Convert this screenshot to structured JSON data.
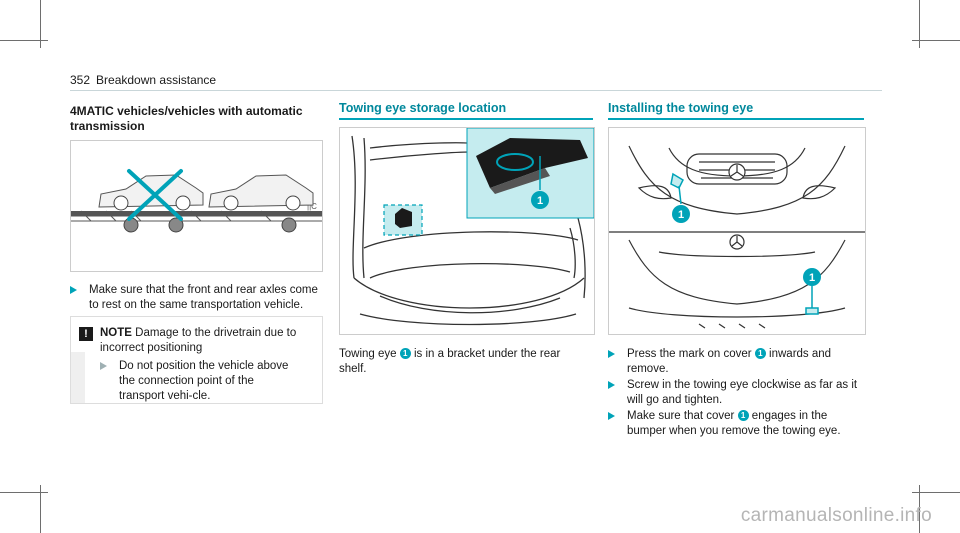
{
  "page": {
    "number": "352",
    "section": "Breakdown assistance"
  },
  "left": {
    "heading": "4MATIC vehicles/vehicles with automatic transmission",
    "bullet1": "Make sure that the front and rear axles come to rest on the same transportation vehicle.",
    "note": {
      "icon": "!",
      "title": "NOTE",
      "text_line1": "Damage to the drivetrain due to",
      "text_line2": "incorrect positioning",
      "bullet": "Do not position the vehicle above the connection point of the transport vehi-cle."
    }
  },
  "middle": {
    "heading": "Towing eye storage location",
    "callout": "1",
    "caption_before": "Towing eye",
    "caption_after": "is in a bracket under the rear shelf."
  },
  "right": {
    "heading": "Installing the towing eye",
    "callout": "1",
    "steps": [
      {
        "before": "Press the mark on cover",
        "after": "inwards and remove."
      },
      {
        "text": "Screw in the towing eye clockwise as far as it will go and tighten."
      },
      {
        "before": "Make sure that cover",
        "after": "engages in the bumper when you remove the towing eye."
      }
    ]
  },
  "watermark": "carmanualsonline.info",
  "colors": {
    "accent": "#00a3b8",
    "heading": "#00889c",
    "inset_bg": "#c5ecef"
  }
}
